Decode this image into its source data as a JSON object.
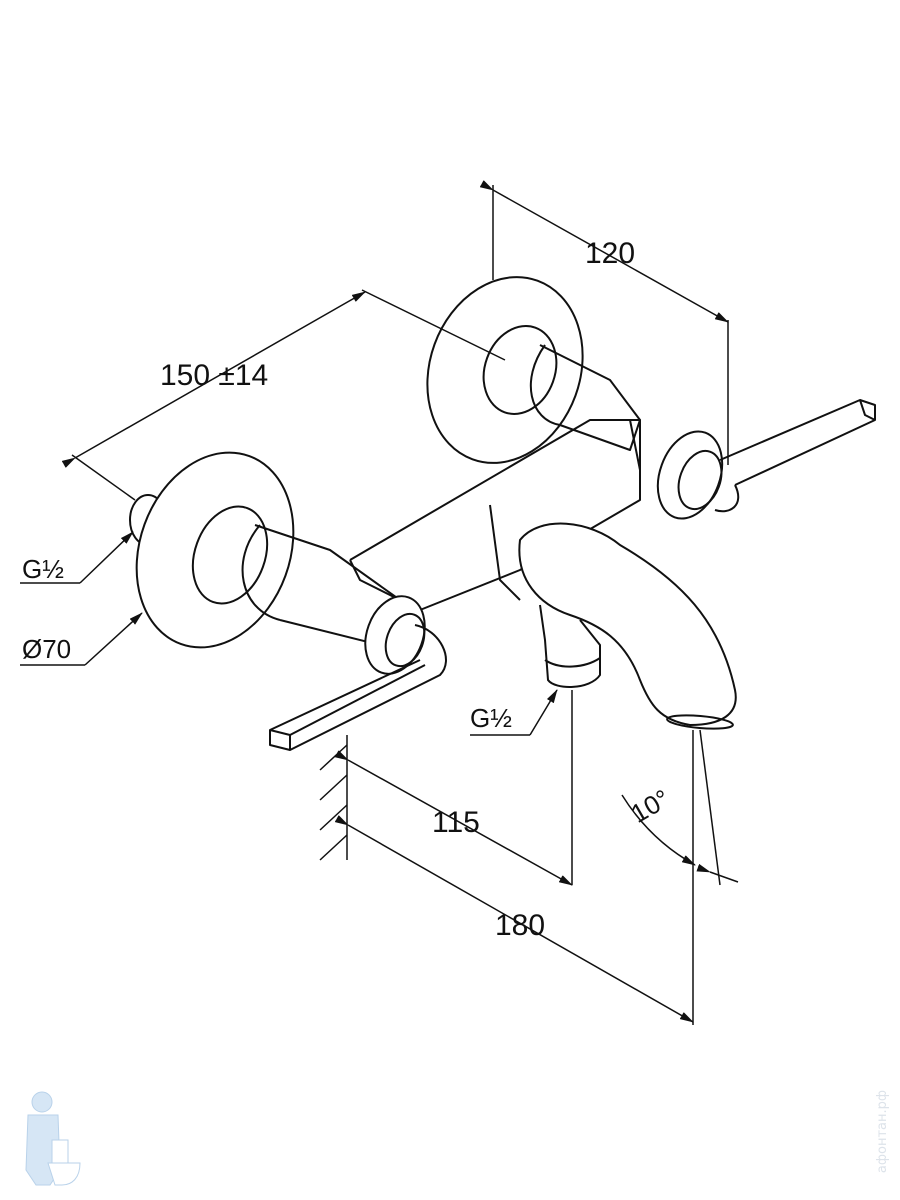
{
  "dimensions": {
    "width_120": "120",
    "spacing_150": "150 ±14",
    "connection_left": "G½",
    "rosette_diameter": "Ø70",
    "connection_outlet": "G½",
    "projection_115": "115",
    "projection_180": "180",
    "angle": "10°"
  },
  "watermark": {
    "site": "афонтан.рф"
  }
}
